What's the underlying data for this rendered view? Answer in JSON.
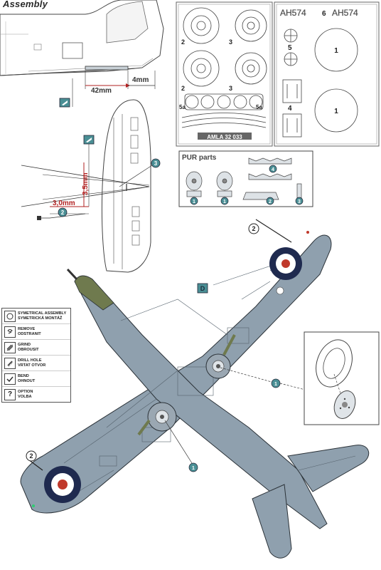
{
  "header": {
    "title": "Assembly"
  },
  "dimensions": {
    "d42": "42mm",
    "d4": "4mm",
    "d35": "3,5mm",
    "d30": "3,0mm"
  },
  "mask_sheet": {
    "labels": [
      "2",
      "3",
      "2",
      "3",
      "5a",
      "5a"
    ],
    "code": "AMLA 32 033"
  },
  "decal_sheet": {
    "serial_left": "AH574",
    "serial_number": "6",
    "serial_right": "AH574",
    "label_5": "5",
    "label_4": "4",
    "roundel_1a": "1",
    "roundel_1b": "1"
  },
  "pur_parts": {
    "title": "PUR parts",
    "labels": [
      "1",
      "1",
      "2",
      "3",
      "4"
    ]
  },
  "callouts": {
    "c2_top": "2",
    "c2_left": "2",
    "c1_right": "1",
    "c1_bottom": "1",
    "c3": "3",
    "c2_wing": "2",
    "d_label": "D"
  },
  "legend": [
    {
      "icon": "symmetric-icon",
      "line1": "SYMETRICAL ASSEMBLY",
      "line2": "SYMETRICKÁ MONTÁŽ"
    },
    {
      "icon": "remove-icon",
      "line1": "REMOVE",
      "line2": "ODSTRANIT"
    },
    {
      "icon": "grind-icon",
      "line1": "GRIND",
      "line2": "OBROUSIT"
    },
    {
      "icon": "drill-icon",
      "line1": "DRILL HOLE",
      "line2": "VRTAT OTVOR"
    },
    {
      "icon": "bend-icon",
      "line1": "BEND",
      "line2": "OHNOUT"
    },
    {
      "icon": "option-icon",
      "glyph": "?",
      "line1": "OPTION",
      "line2": "VOLBA"
    }
  ],
  "colors": {
    "aircraft_grey": "#8fa0ae",
    "olive": "#6f7a4e",
    "roundel_blue": "#1f2a4f",
    "roundel_red": "#c0392b",
    "callout_teal": "#4a8f95",
    "dim_red": "#b22222"
  }
}
